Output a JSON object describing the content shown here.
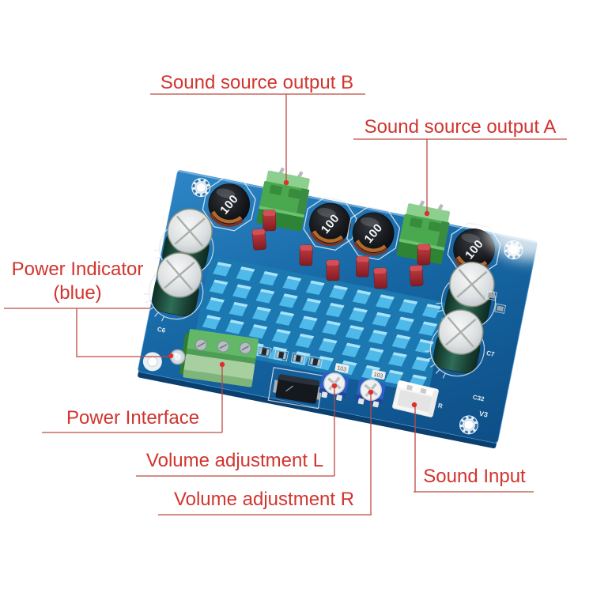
{
  "scene": {
    "description": "Annotated product photo of a blue stereo digital amplifier circuit board with red callout labels",
    "background_color": "#ffffff"
  },
  "annotations": {
    "text_color": "#d2342e",
    "line_color": "#bc4a42",
    "dot_color": "#e02e2e",
    "items": [
      {
        "id": "sound-source-output-b",
        "label": "Sound source output B"
      },
      {
        "id": "sound-source-output-a",
        "label": "Sound source output A"
      },
      {
        "id": "power-indicator",
        "label": "Power Indicator",
        "label_line2": "(blue)"
      },
      {
        "id": "power-interface",
        "label": "Power Interface"
      },
      {
        "id": "volume-adjustment-l",
        "label": "Volume adjustment L"
      },
      {
        "id": "volume-adjustment-r",
        "label": "Volume adjustment R"
      },
      {
        "id": "sound-input",
        "label": "Sound Input"
      }
    ]
  },
  "board": {
    "markings": {
      "inductor": "100",
      "pot": "103"
    },
    "silkscreen": {
      "c6": "C6",
      "c7": "C7",
      "c32": "C32",
      "v3": "V3",
      "r": "R"
    },
    "colors": {
      "pcb_blue": "#1668a6",
      "heatsink_blue": "#4fb9e9",
      "terminal_green": "#4aa84f",
      "capacitor_green": "#2f6d57",
      "inductor_black": "#17191d",
      "film_cap_red": "#a32b30",
      "pot_blue": "#2d5ec6",
      "connector_white": "#f5f5f5"
    }
  }
}
